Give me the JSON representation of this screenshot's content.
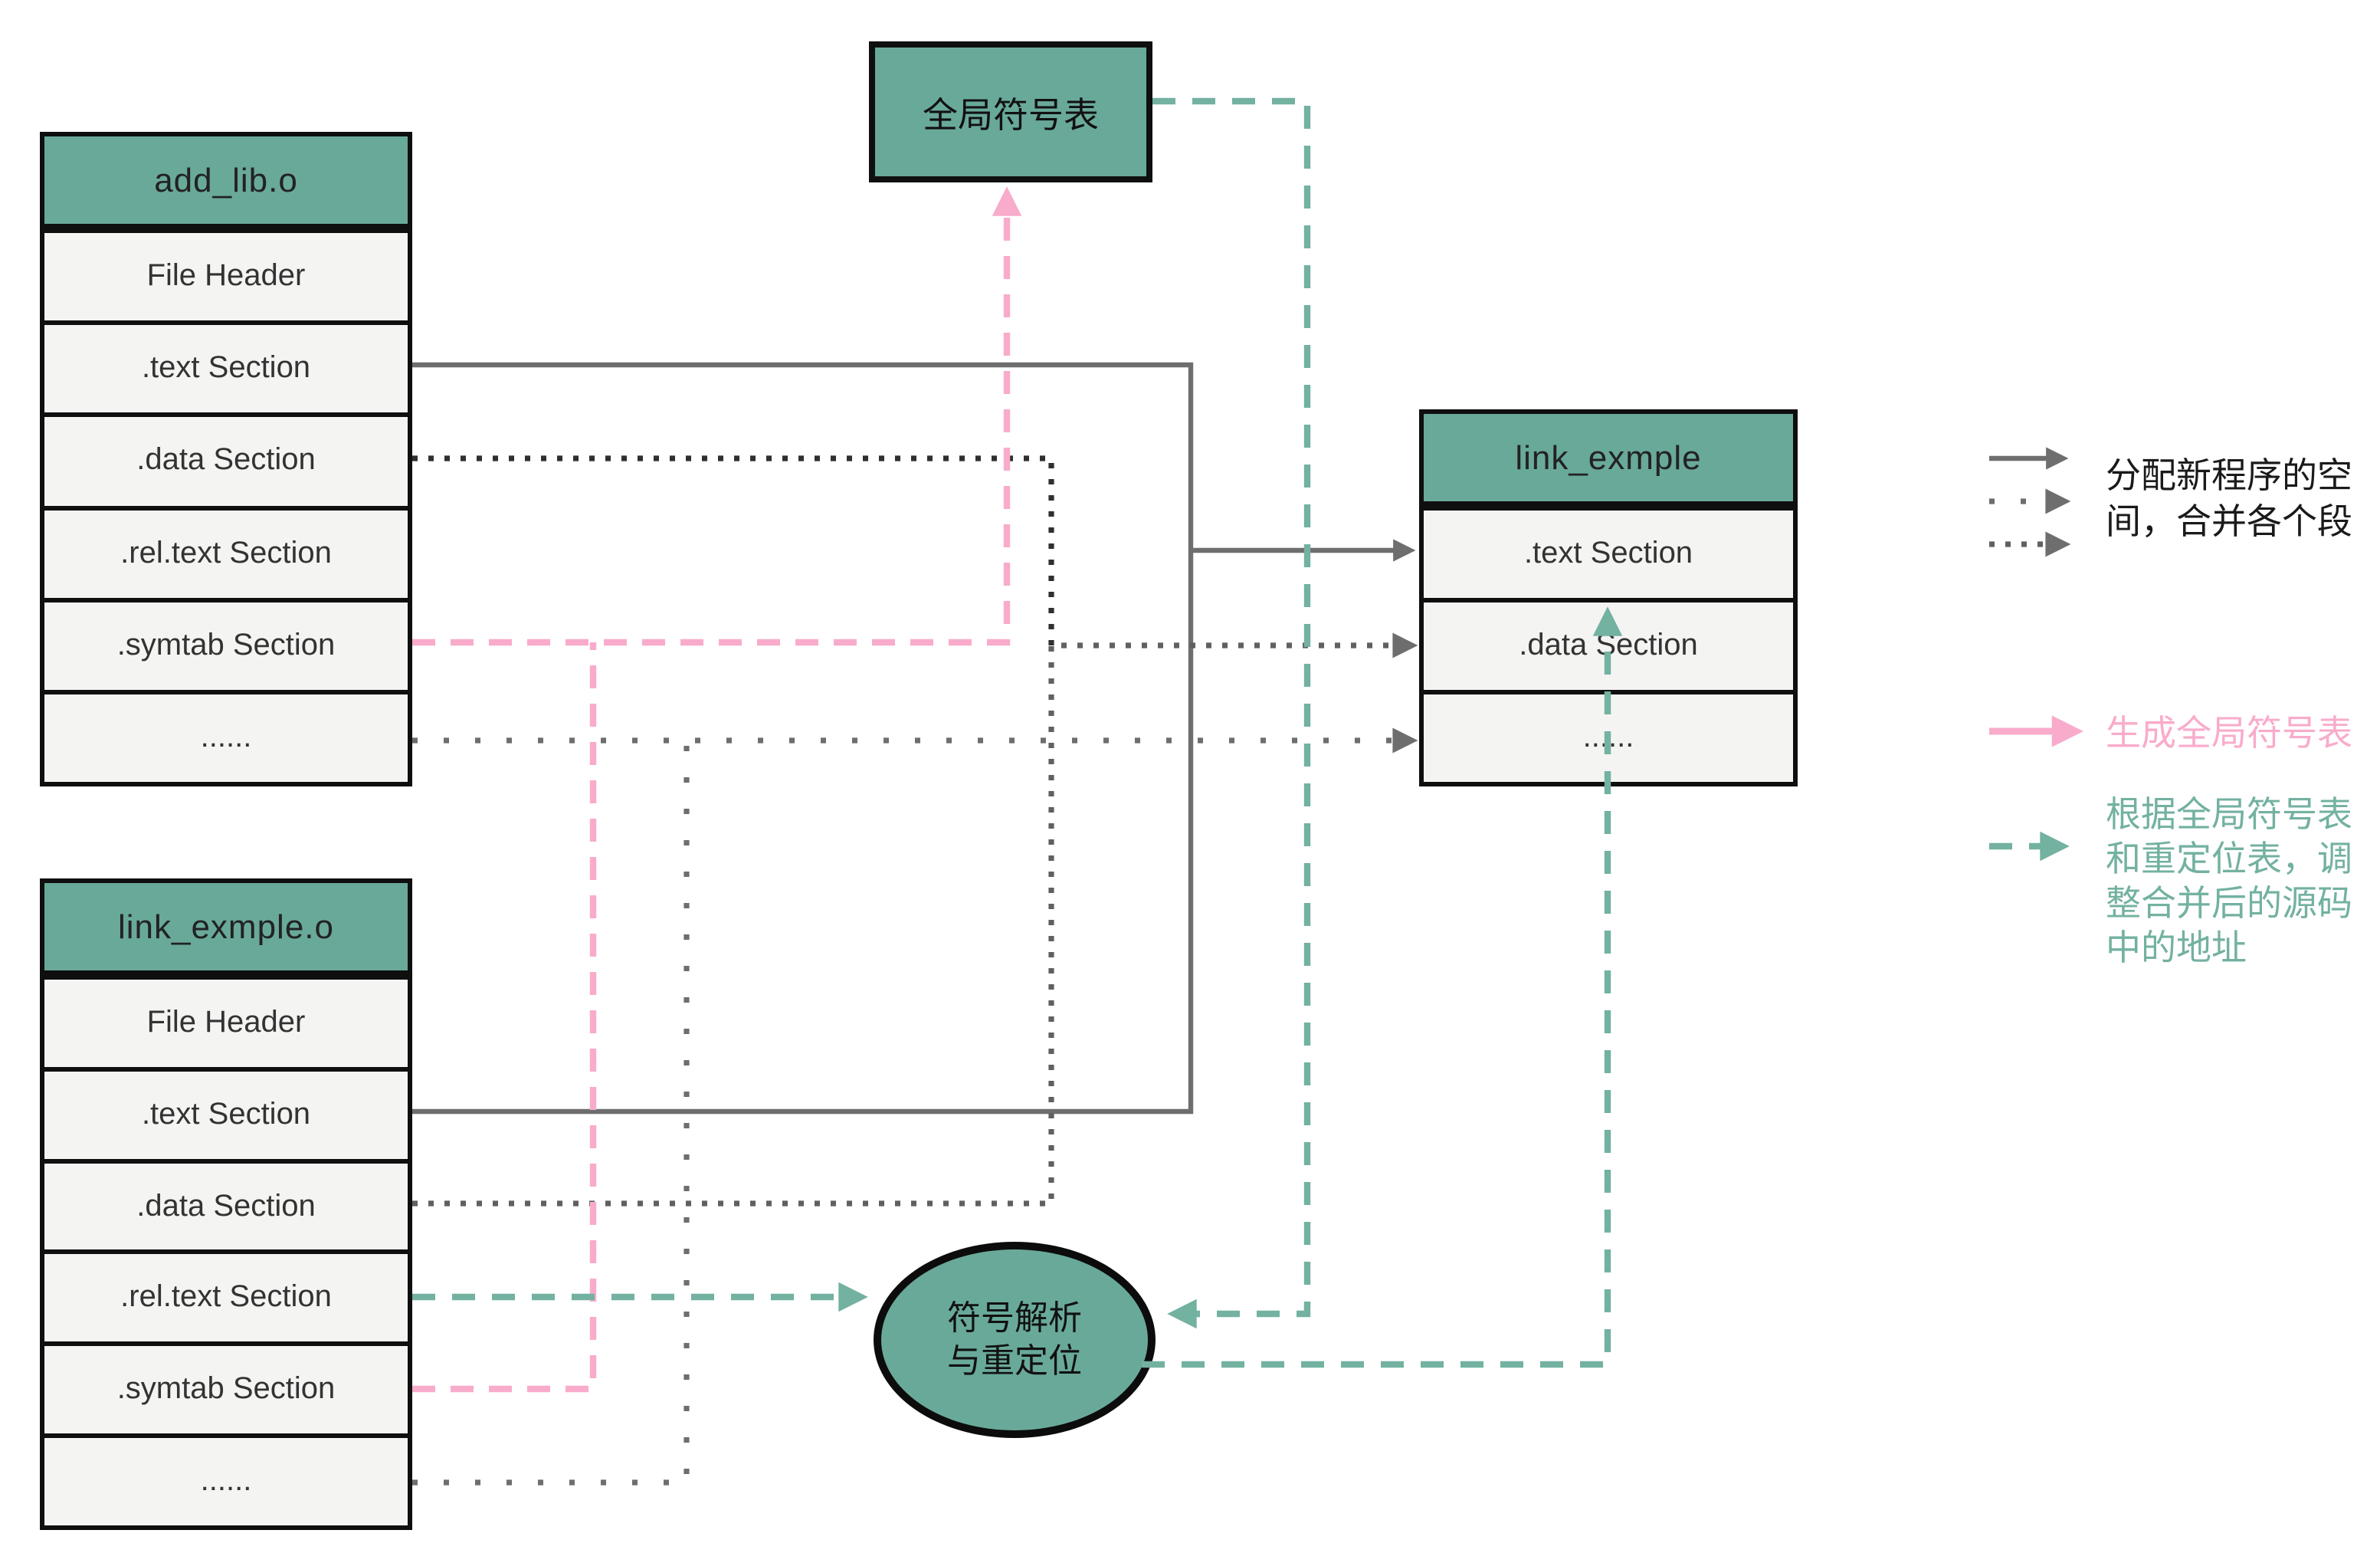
{
  "colors": {
    "teal": "#69A99A",
    "pink": "#F9ABCB",
    "green": "#73B1A1",
    "gray": "#6E6E6E"
  },
  "global_symbol_table": {
    "label": "全局符号表"
  },
  "resolver_ellipse": {
    "label": "符号解析\n与重定位"
  },
  "add_lib": {
    "title": "add_lib.o",
    "rows": [
      "File Header",
      ".text Section",
      ".data Section",
      ".rel.text Section",
      ".symtab Section",
      "......"
    ]
  },
  "link_exmple_o": {
    "title": "link_exmple.o",
    "rows": [
      "File Header",
      ".text Section",
      ".data Section",
      ".rel.text Section",
      ".symtab Section",
      "......"
    ]
  },
  "link_exmple": {
    "title": "link_exmple",
    "rows": [
      ".text Section",
      ".data Section",
      "......"
    ]
  },
  "legend": {
    "merge_label": "分配新程序的空\n间，合并各个段",
    "symtab_label": "生成全局符号表",
    "relocate_label": "根据全局符号表\n和重定位表，调\n整合并后的源码\n中的地址"
  }
}
